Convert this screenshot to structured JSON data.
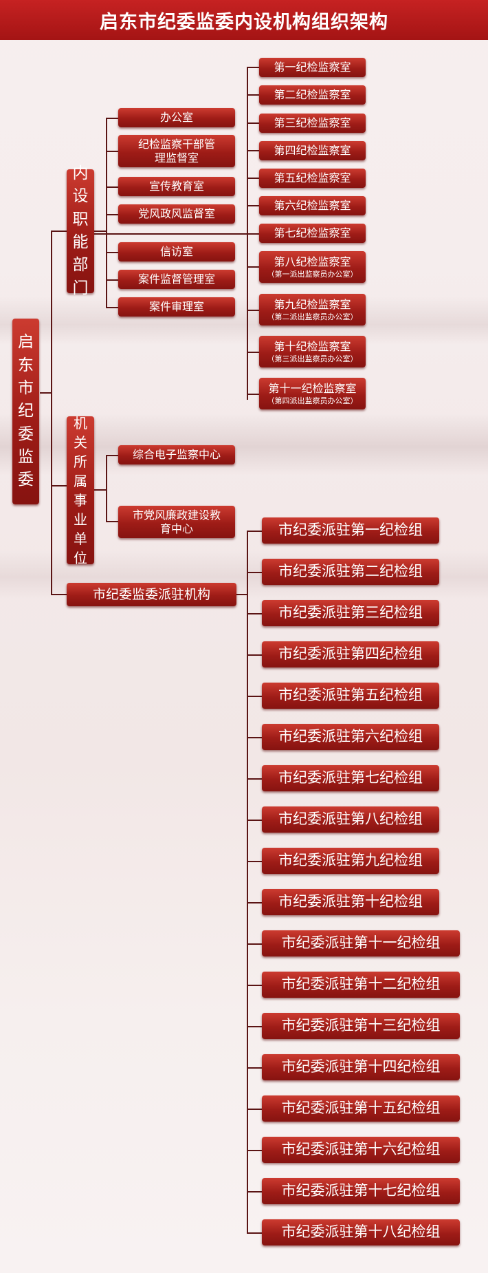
{
  "title": "启东市纪委监委内设机构组织架构",
  "root": {
    "chars": [
      "启",
      "东",
      "市",
      "纪",
      "委",
      "监",
      "委"
    ]
  },
  "internal": {
    "chars": [
      "内",
      "设",
      "职",
      "能",
      "部",
      "门"
    ],
    "offices_top": [
      "办公室",
      "纪检监察干部管理监督室",
      "宣传教育室",
      "党风政风监督室"
    ],
    "offices_bottom": [
      "信访室",
      "案件监督管理室",
      "案件审理室"
    ]
  },
  "supervision_rooms": [
    {
      "name": "第一纪检监察室",
      "sub": ""
    },
    {
      "name": "第二纪检监察室",
      "sub": ""
    },
    {
      "name": "第三纪检监察室",
      "sub": ""
    },
    {
      "name": "第四纪检监察室",
      "sub": ""
    },
    {
      "name": "第五纪检监察室",
      "sub": ""
    },
    {
      "name": "第六纪检监察室",
      "sub": ""
    },
    {
      "name": "第七纪检监察室",
      "sub": ""
    },
    {
      "name": "第八纪检监察室",
      "sub": "（第一派出监察员办公室）"
    },
    {
      "name": "第九纪检监察室",
      "sub": "（第二派出监察员办公室）"
    },
    {
      "name": "第十纪检监察室",
      "sub": "（第三派出监察员办公室）"
    },
    {
      "name": "第十一纪检监察室",
      "sub": "（第四派出监察员办公室）"
    }
  ],
  "affiliated": {
    "chars": [
      "机",
      "关",
      "所",
      "属",
      "事",
      "业",
      "单",
      "位"
    ],
    "units": [
      "综合电子监察中心",
      "市党风廉政建设教育中心"
    ]
  },
  "stationed": {
    "label": "市纪委监委派驻机构",
    "groups": [
      "市纪委派驻第一纪检组",
      "市纪委派驻第二纪检组",
      "市纪委派驻第三纪检组",
      "市纪委派驻第四纪检组",
      "市纪委派驻第五纪检组",
      "市纪委派驻第六纪检组",
      "市纪委派驻第七纪检组",
      "市纪委派驻第八纪检组",
      "市纪委派驻第九纪检组",
      "市纪委派驻第十纪检组",
      "市纪委派驻第十一纪检组",
      "市纪委派驻第十二纪检组",
      "市纪委派驻第十三纪检组",
      "市纪委派驻第十四纪检组",
      "市纪委派驻第十五纪检组",
      "市纪委派驻第十六纪检组",
      "市纪委派驻第十七纪检组",
      "市纪委派驻第十八纪检组"
    ]
  },
  "colors": {
    "title_bg": "#b41a1a",
    "box_top": "#cc3b30",
    "box_bottom": "#861310",
    "line": "#5a1414",
    "background": "#f5eded"
  }
}
